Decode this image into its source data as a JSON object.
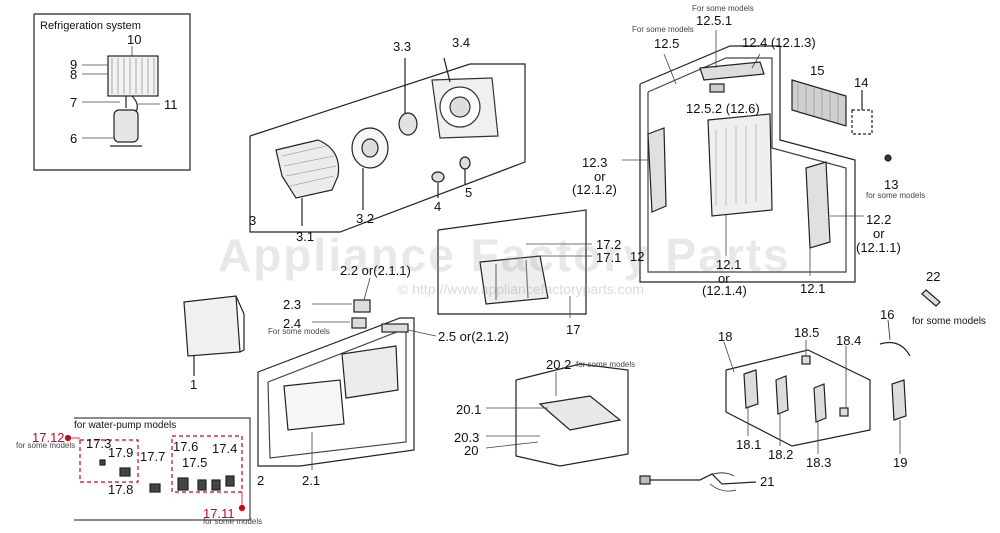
{
  "watermark": {
    "title": "Appliance Factory Parts",
    "url": "© http://www.appliancefactoryparts.com"
  },
  "refrigeration": {
    "caption": "Refrigeration system",
    "labels": [
      "10",
      "9",
      "8",
      "7",
      "11",
      "6"
    ]
  },
  "blower": {
    "labels": [
      "3.3",
      "3.4",
      "3",
      "3.1",
      "3.2",
      "4",
      "5"
    ]
  },
  "front": {
    "labels": [
      "1",
      "2",
      "2.1",
      "2.2 or(2.1.1)",
      "2.3",
      "2.4",
      "2.5 or(2.1.2)"
    ],
    "note_2_4": "For some models"
  },
  "pump": {
    "caption": "for water-pump models",
    "labels": [
      "17.3",
      "17.9",
      "17.7",
      "17.8",
      "17.6",
      "17.5",
      "17.4"
    ],
    "red_labels": [
      "17.12",
      "17.11"
    ],
    "notes": [
      "for some models",
      "for some models"
    ]
  },
  "drain": {
    "labels": [
      "17.2",
      "17.1",
      "17"
    ]
  },
  "cabinet": {
    "labels": [
      "12.5.1",
      "12.5",
      "12.4 (12.1.3)",
      "12.5.2 (12.6)",
      "15",
      "14",
      "12.3",
      "or",
      "(12.1.2)",
      "13",
      "12.2",
      "or",
      "(12.1.1)",
      "12",
      "12.1",
      "or",
      "(12.1.4)",
      "12.1"
    ],
    "notes": [
      "For some models",
      "For some models",
      "for some models"
    ]
  },
  "base": {
    "labels": [
      "20.2",
      "20.1",
      "20.3",
      "20"
    ],
    "note": "for some models"
  },
  "controls": {
    "labels": [
      "18",
      "18.5",
      "18.4",
      "18.1",
      "18.2",
      "18.3",
      "19"
    ]
  },
  "misc": {
    "labels": [
      "22",
      "16",
      "21"
    ],
    "note_22": "for some models"
  }
}
